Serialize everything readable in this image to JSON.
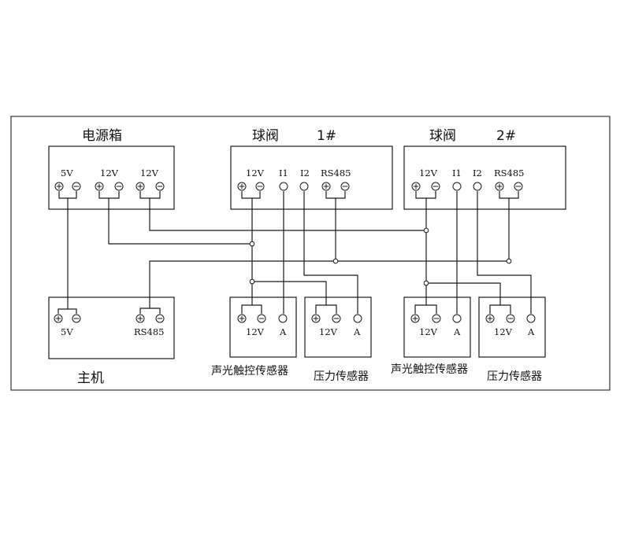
{
  "titles": {
    "power_box": "电源箱",
    "valve1": "球阀",
    "valve1_num": "1#",
    "valve2": "球阀",
    "valve2_num": "2#",
    "host": "主机"
  },
  "power_box": {
    "labels": [
      "5V",
      "12V",
      "12V"
    ]
  },
  "valve": {
    "labels": [
      "12V",
      "I1",
      "I2",
      "RS485"
    ]
  },
  "host": {
    "labels": [
      "5V",
      "RS485"
    ]
  },
  "sensor": {
    "touch_labels": [
      "12V",
      "A"
    ],
    "pressure_labels": [
      "12V",
      "A"
    ],
    "touch_name": "声光触控传感器",
    "pressure_name": "压力传感器"
  },
  "colors": {
    "line": "#1a1a1a",
    "background": "#ffffff"
  }
}
